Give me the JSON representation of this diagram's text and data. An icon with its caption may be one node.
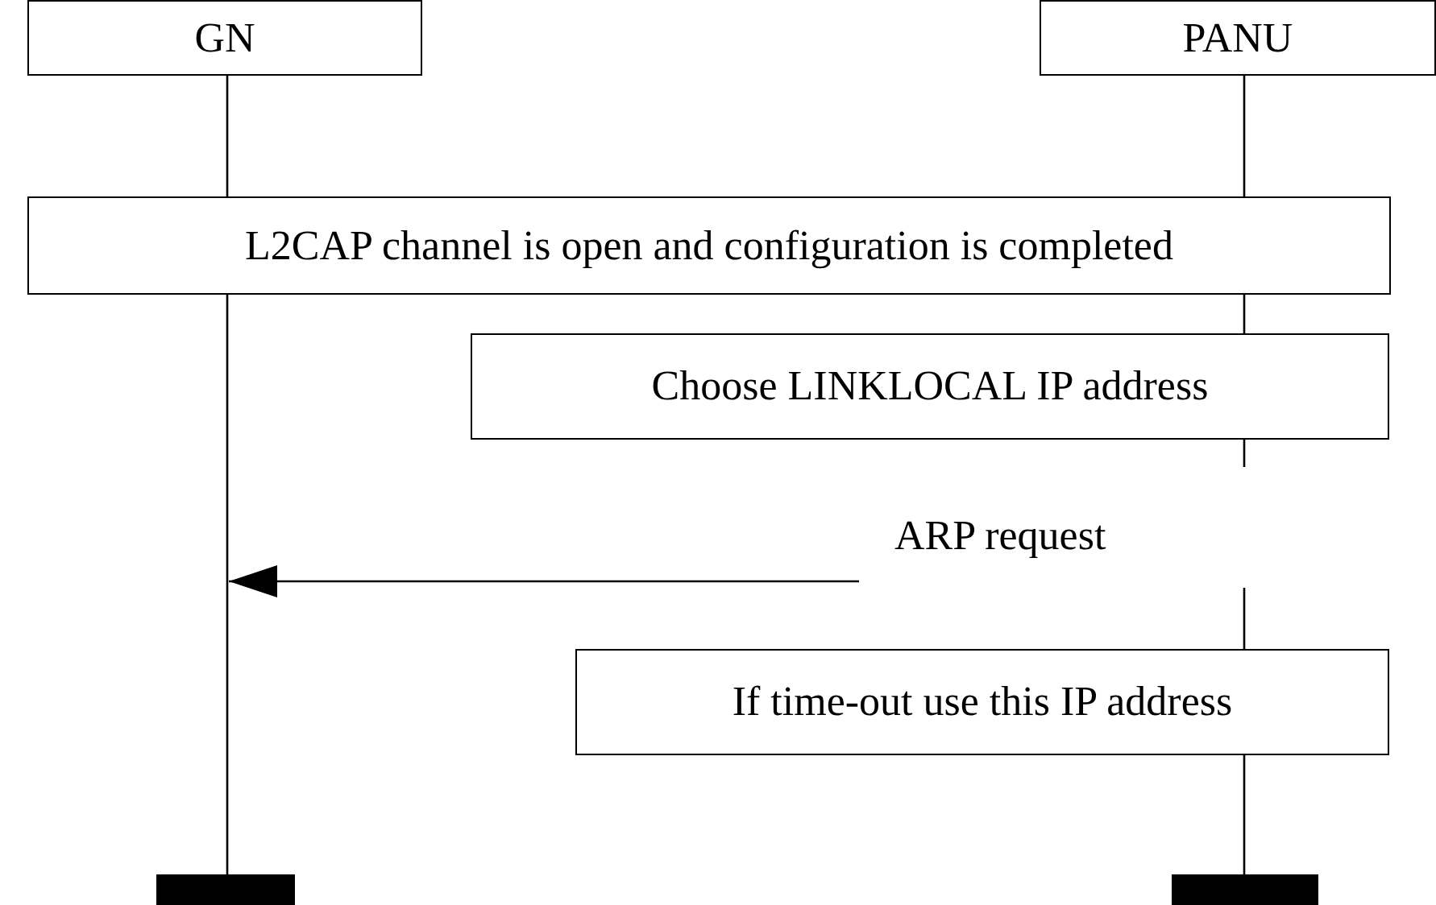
{
  "diagram": {
    "nodes": [
      {
        "text": [
          "GN"
        ]
      },
      {
        "text": [
          "PANU"
        ]
      },
      {
        "text": [
          "L2CAP channel is open and configuration is completed"
        ]
      },
      {
        "text": [
          "Choose LINKLOCAL IP address"
        ]
      },
      {
        "text": [
          "ARP request"
        ]
      },
      {
        "text": [
          "If time-out use this IP address"
        ]
      },
      {
        "text": [],
        "shape": "bar"
      },
      {
        "text": [],
        "shape": "bar"
      }
    ],
    "edges": [
      {
        "from": 0,
        "to": 2,
        "arrow": "none"
      },
      {
        "from": 1,
        "to": 2,
        "arrow": "none"
      },
      {
        "from": 2,
        "to": 6,
        "arrow": "none"
      },
      {
        "from": 2,
        "to": 3,
        "arrow": "none"
      },
      {
        "from": 3,
        "to": null,
        "arrow": "none"
      },
      {
        "from": null,
        "to": 5,
        "arrow": "none"
      },
      {
        "from": 5,
        "to": 7,
        "arrow": "none"
      },
      {
        "from": 4,
        "to": null,
        "arrow": "to"
      }
    ]
  }
}
